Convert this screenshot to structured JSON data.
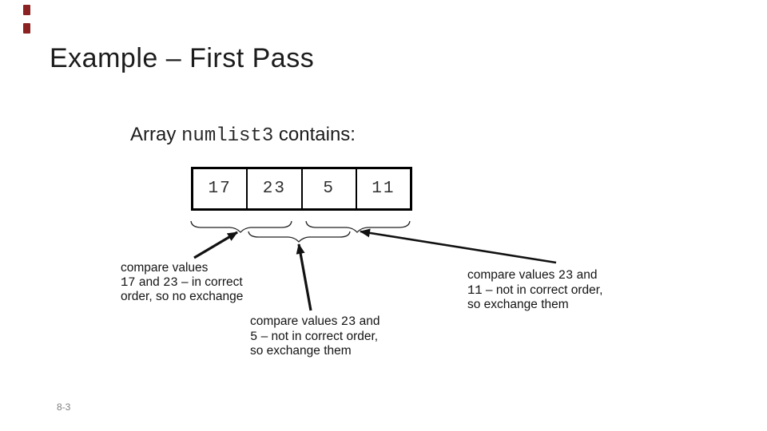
{
  "slide": {
    "title": "Example – First Pass",
    "page_number": "8-3",
    "accent_color": "#8b2121"
  },
  "heading": {
    "segments": [
      {
        "t": "Array ",
        "mono": false
      },
      {
        "t": "numlist3",
        "mono": true
      },
      {
        "t": " contains:",
        "mono": false
      }
    ]
  },
  "array_box": {
    "cells": [
      "17",
      "23",
      "5",
      "11"
    ]
  },
  "annotations": {
    "left": {
      "lines": [
        [
          {
            "t": "compare values"
          }
        ],
        [
          {
            "t": "17",
            "mono": true
          },
          {
            "t": " and "
          },
          {
            "t": "23",
            "mono": true
          },
          {
            "t": " – in correct"
          }
        ],
        [
          {
            "t": "order, so no exchange"
          }
        ]
      ]
    },
    "mid": {
      "lines": [
        [
          {
            "t": "compare values "
          },
          {
            "t": "23",
            "mono": true
          },
          {
            "t": " and"
          }
        ],
        [
          {
            "t": "5",
            "mono": true
          },
          {
            "t": " – not in correct order,"
          }
        ],
        [
          {
            "t": "so exchange them"
          }
        ]
      ]
    },
    "right": {
      "lines": [
        [
          {
            "t": "compare values "
          },
          {
            "t": "23",
            "mono": true
          },
          {
            "t": " and"
          }
        ],
        [
          {
            "t": "11",
            "mono": true
          },
          {
            "t": " – not in correct order,"
          }
        ],
        [
          {
            "t": "so exchange them"
          }
        ]
      ]
    }
  }
}
